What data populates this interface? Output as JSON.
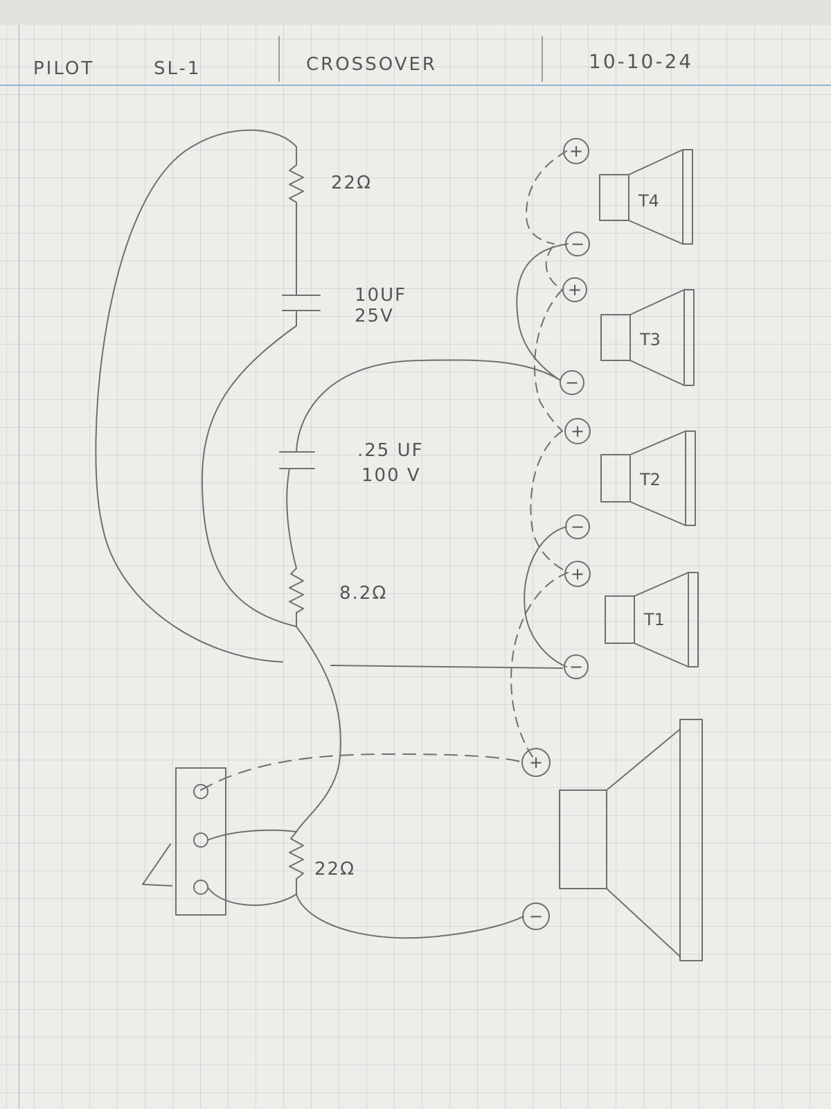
{
  "header": {
    "model_brand": "PILOT",
    "model_number": "SL-1",
    "subject": "CROSSOVER",
    "date": "10-10-24"
  },
  "components": {
    "resistor_top": "22Ω",
    "capacitor_1_value": "10UF",
    "capacitor_1_voltage": "25V",
    "capacitor_2_value": ".25 UF",
    "capacitor_2_voltage": "100 V",
    "resistor_mid": "8.2Ω",
    "resistor_bottom": "22Ω"
  },
  "tweeters": [
    "T4",
    "T3",
    "T2",
    "T1"
  ],
  "terminal_plus": "+",
  "terminal_minus": "−",
  "colors": {
    "paper": "#eeede9",
    "grid": "#aab4c4",
    "pencil": "#6b6b6b",
    "margin_rule": "#8fb7c9"
  }
}
